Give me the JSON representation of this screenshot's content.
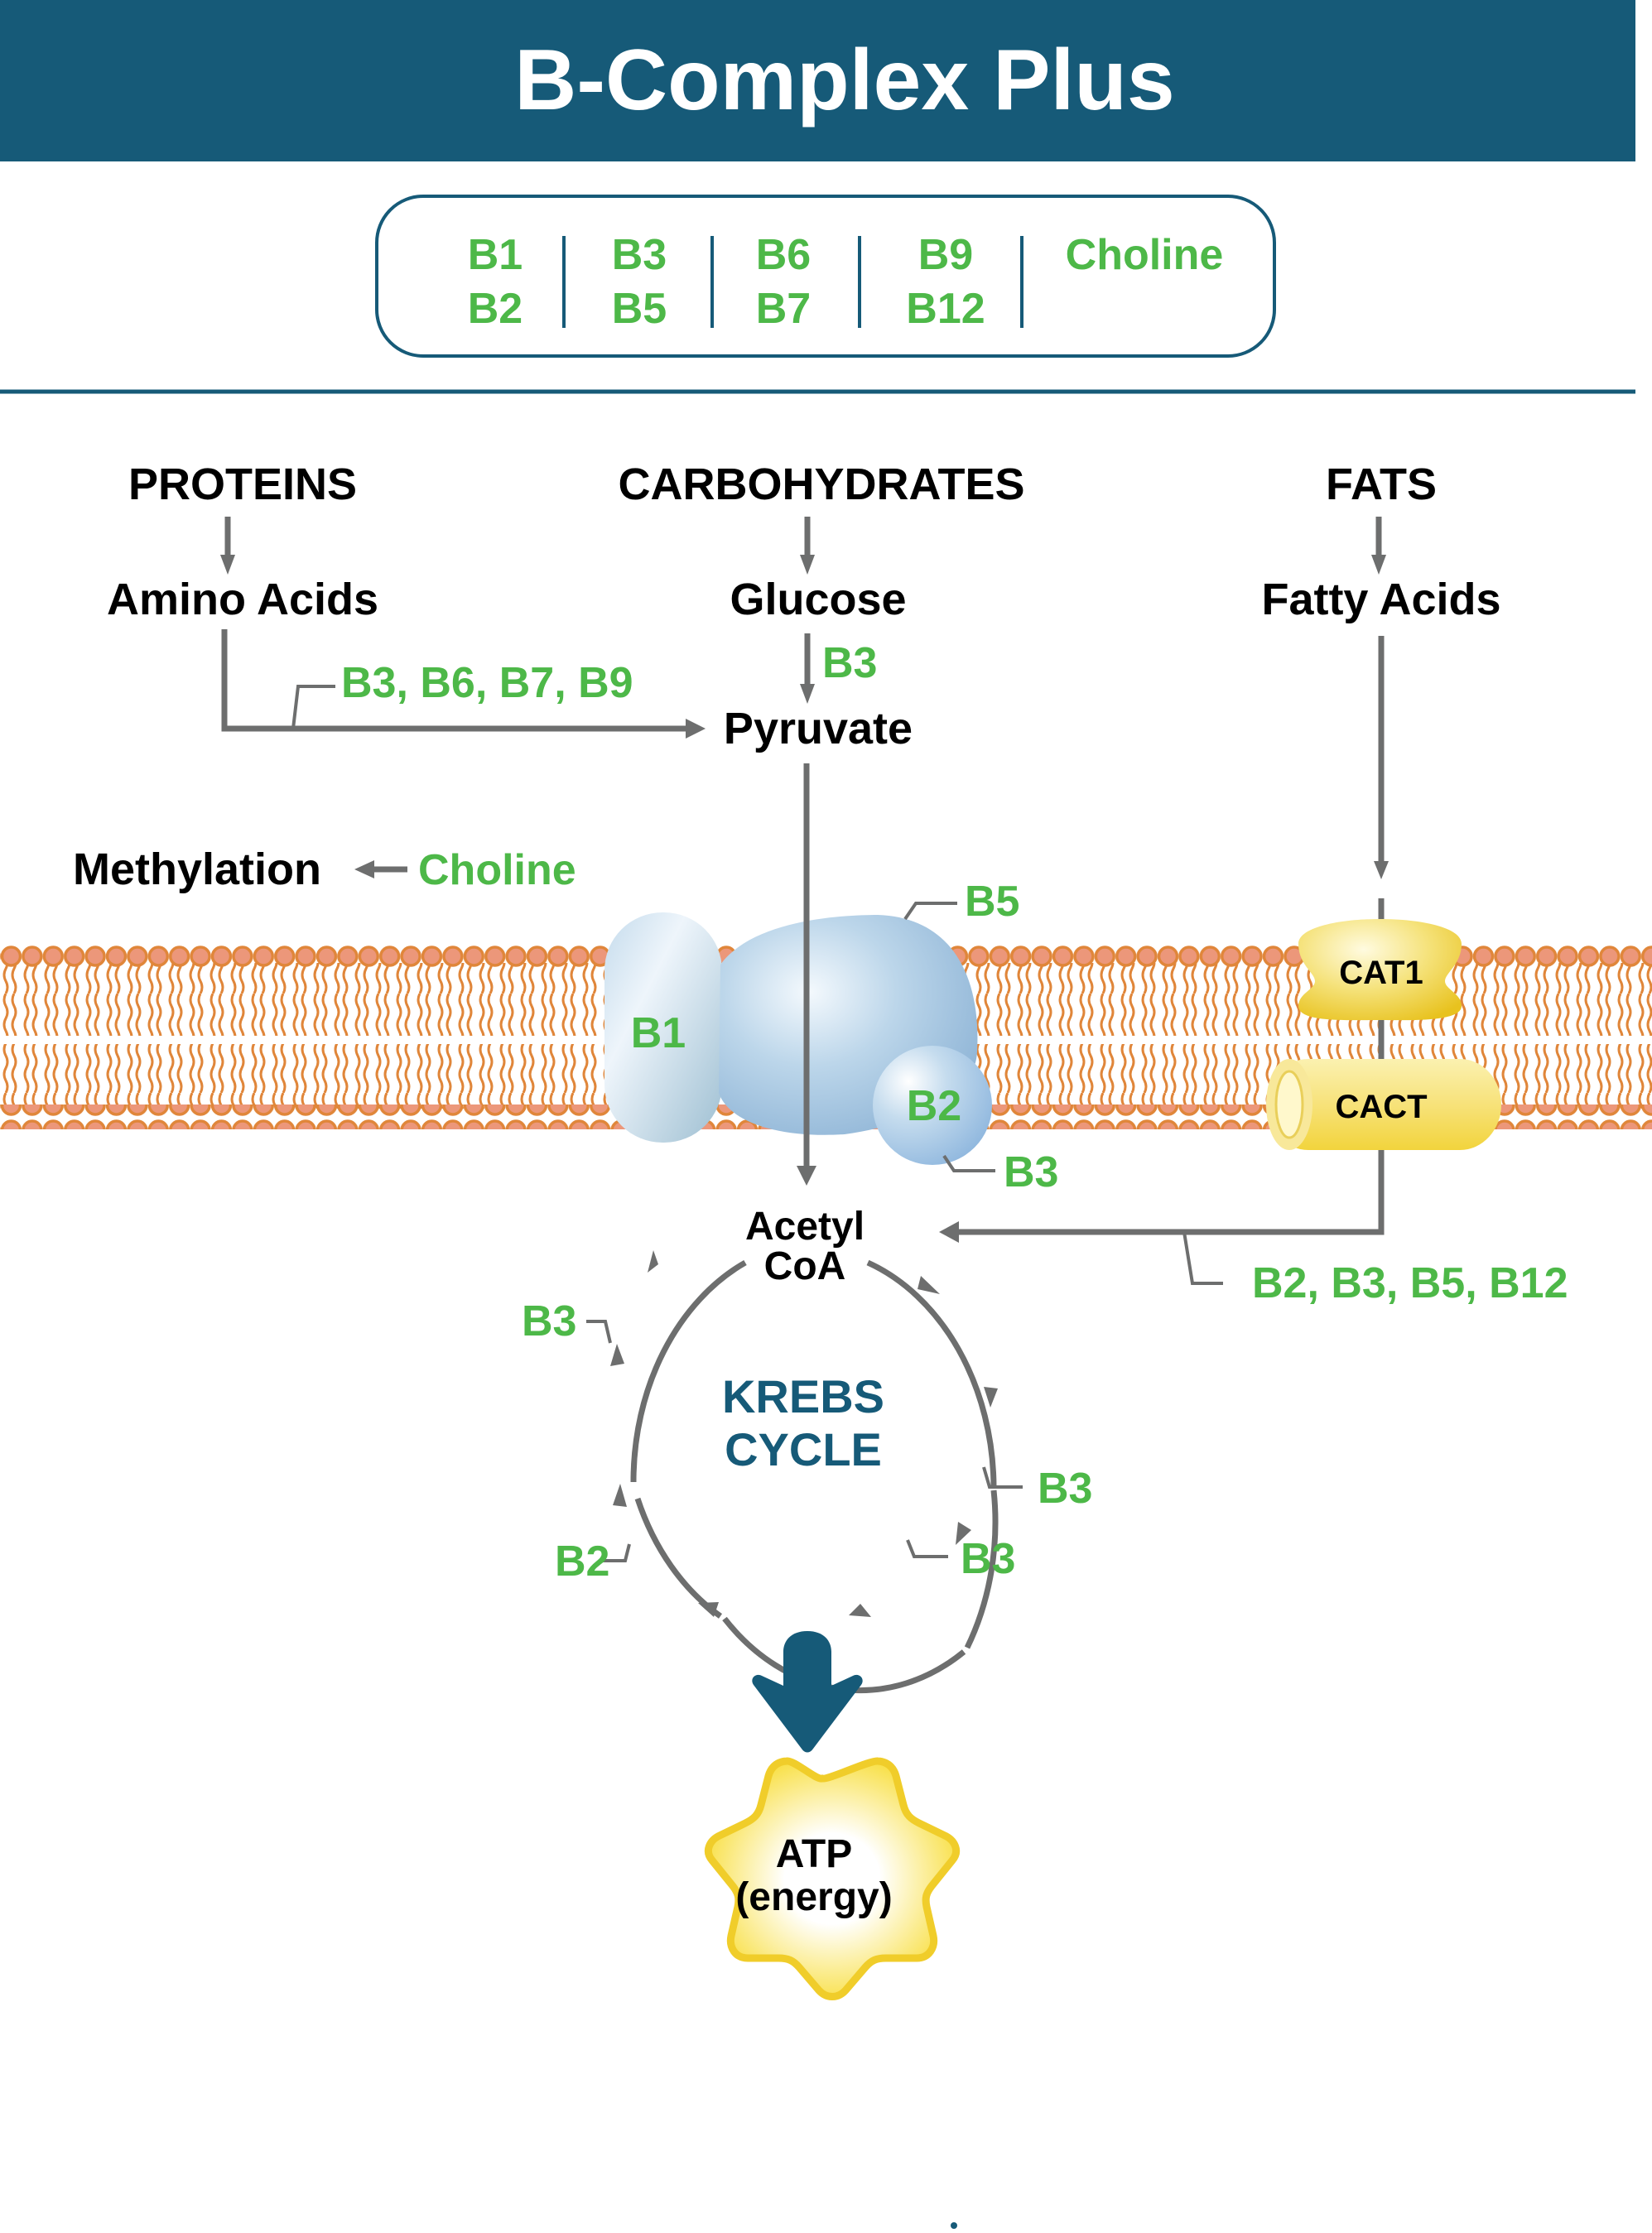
{
  "header": {
    "title": "B-Complex Plus",
    "background_color": "#165a78"
  },
  "ingredients_box": {
    "columns": [
      [
        "B1",
        "B2"
      ],
      [
        "B3",
        "B5"
      ],
      [
        "B6",
        "B7"
      ],
      [
        "B9",
        "B12"
      ],
      [
        "Choline"
      ]
    ],
    "text_color": "#4db848",
    "border_color": "#165a78"
  },
  "sources": {
    "proteins": {
      "label": "PROTEINS",
      "product": "Amino Acids"
    },
    "carbohydrates": {
      "label": "CARBOHYDRATES",
      "product": "Glucose"
    },
    "fats": {
      "label": "FATS",
      "product": "Fatty Acids"
    }
  },
  "pathway": {
    "amino_to_pyruvate_cofactors": "B3, B6, B7, B9",
    "glucose_to_pyruvate_cofactor": "B3",
    "pyruvate": "Pyruvate",
    "methylation": "Methylation",
    "choline": "Choline",
    "pdh_complex": {
      "b1": "B1",
      "b2": "B2",
      "b5": "B5",
      "b3": "B3"
    },
    "cat1": "CAT1",
    "cact": "CACT",
    "fatty_acid_cofactors": "B2, B3, B5, B12",
    "acetyl_coa_line1": "Acetyl",
    "acetyl_coa_line2": "CoA"
  },
  "krebs_cycle": {
    "title_line1": "KREBS",
    "title_line2": "CYCLE",
    "cofactors": {
      "upper_left": "B3",
      "right": "B3",
      "lower_right": "B3",
      "lower_left": "B2"
    }
  },
  "output": {
    "line1": "ATP",
    "line2": "(energy)"
  },
  "colors": {
    "accent_green": "#4db848",
    "brand_blue": "#165a78",
    "arrow_gray": "#6d6e6e",
    "membrane_orange": "#e0863a",
    "lipid_head": "#ec977a",
    "protein_blue": "#b7d3e8",
    "transporter_yellow": "#f3d84a"
  }
}
